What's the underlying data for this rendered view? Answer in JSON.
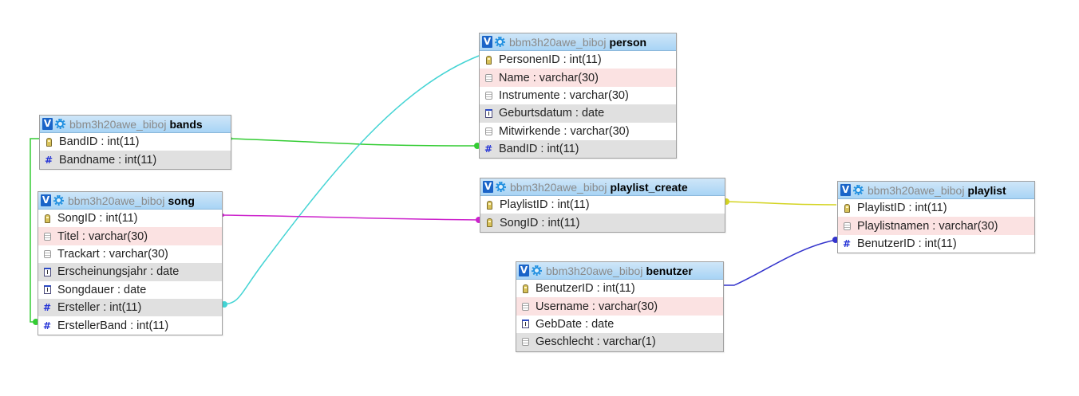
{
  "schema": "bbm3h20awe_biboj",
  "tables": {
    "person": {
      "name": "person",
      "fields": [
        {
          "label": "PersonenID : int(11)",
          "icon": "primary-key-icon"
        },
        {
          "label": "Name : varchar(30)",
          "icon": "text-icon"
        },
        {
          "label": "Instrumente : varchar(30)",
          "icon": "text-icon"
        },
        {
          "label": "Geburtsdatum : date",
          "icon": "date-icon"
        },
        {
          "label": "Mitwirkende : varchar(30)",
          "icon": "text-icon"
        },
        {
          "label": "BandID : int(11)",
          "icon": "number-icon"
        }
      ]
    },
    "bands": {
      "name": "bands",
      "fields": [
        {
          "label": "BandID : int(11)",
          "icon": "primary-key-icon"
        },
        {
          "label": "Bandname : int(11)",
          "icon": "number-icon"
        }
      ]
    },
    "song": {
      "name": "song",
      "fields": [
        {
          "label": "SongID : int(11)",
          "icon": "primary-key-icon"
        },
        {
          "label": "Titel : varchar(30)",
          "icon": "text-icon"
        },
        {
          "label": "Trackart : varchar(30)",
          "icon": "text-icon"
        },
        {
          "label": "Erscheinungsjahr : date",
          "icon": "date-icon"
        },
        {
          "label": "Songdauer : date",
          "icon": "date-icon"
        },
        {
          "label": "Ersteller : int(11)",
          "icon": "number-icon"
        },
        {
          "label": "ErstellerBand : int(11)",
          "icon": "number-icon"
        }
      ]
    },
    "playlist_create": {
      "name": "playlist_create",
      "fields": [
        {
          "label": "PlaylistID : int(11)",
          "icon": "primary-key-icon"
        },
        {
          "label": "SongID : int(11)",
          "icon": "primary-key-icon"
        }
      ]
    },
    "playlist": {
      "name": "playlist",
      "fields": [
        {
          "label": "PlaylistID : int(11)",
          "icon": "primary-key-icon"
        },
        {
          "label": "Playlistnamen : varchar(30)",
          "icon": "text-icon"
        },
        {
          "label": "BenutzerID : int(11)",
          "icon": "number-icon"
        }
      ]
    },
    "benutzer": {
      "name": "benutzer",
      "fields": [
        {
          "label": "BenutzerID : int(11)",
          "icon": "primary-key-icon"
        },
        {
          "label": "Username : varchar(30)",
          "icon": "text-icon"
        },
        {
          "label": "GebDate : date",
          "icon": "date-icon"
        },
        {
          "label": "Geschlecht : varchar(1)",
          "icon": "text-icon"
        }
      ]
    }
  },
  "relations": [
    {
      "from": "bands.BandID",
      "to": "person.BandID",
      "color": "#33cc33"
    },
    {
      "from": "bands.BandID",
      "to": "song.ErstellerBand",
      "color": "#33cc33"
    },
    {
      "from": "song.Ersteller",
      "to": "person.PersonenID",
      "color": "#33cccc"
    },
    {
      "from": "song.SongID",
      "to": "playlist_create.SongID",
      "color": "#cc22cc"
    },
    {
      "from": "playlist_create.PlaylistID",
      "to": "playlist.PlaylistID",
      "color": "#cccc22"
    },
    {
      "from": "benutzer.BenutzerID",
      "to": "playlist.BenutzerID",
      "color": "#2222cc"
    }
  ]
}
